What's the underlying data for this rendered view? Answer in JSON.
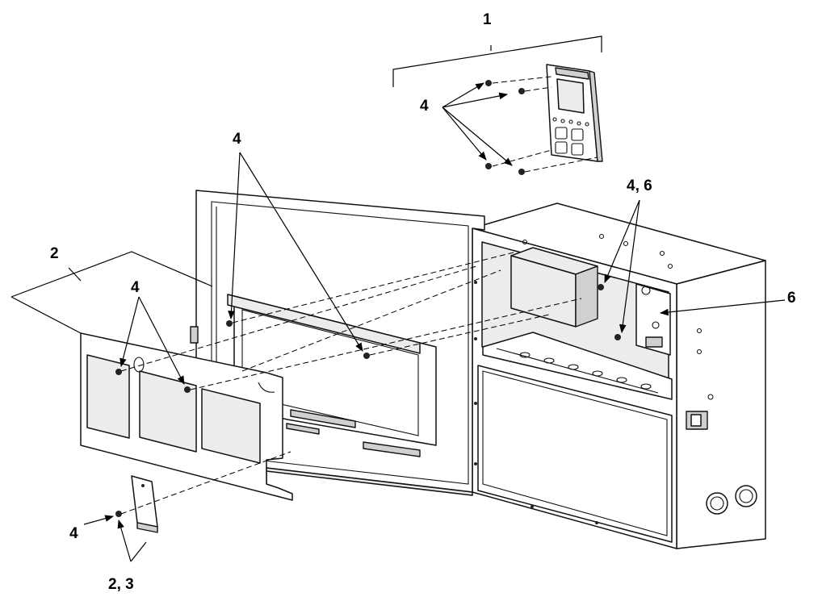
{
  "callouts": {
    "label_1": "1",
    "label_2": "2",
    "label_4_top_right": "4",
    "label_4_center": "4",
    "label_4_left": "4",
    "label_4_bottom": "4",
    "label_4_6": "4, 6",
    "label_6": "6",
    "label_2_3": "2, 3"
  }
}
